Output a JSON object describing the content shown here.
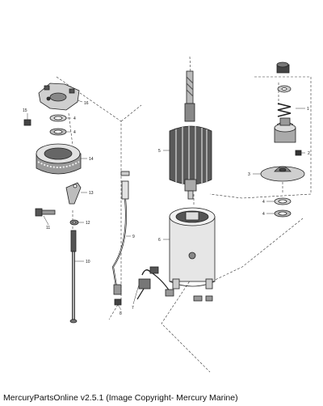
{
  "callouts": {
    "c1": "1",
    "c2": "2",
    "c3": "3",
    "c4a": "4",
    "c4b": "4",
    "c4c": "4",
    "c4d": "4",
    "c5": "5",
    "c6": "6",
    "c7": "7",
    "c8": "8",
    "c9": "9",
    "c10": "10",
    "c11": "11",
    "c12": "12",
    "c13": "13",
    "c14": "14",
    "c15": "15",
    "c16": "16"
  },
  "footer": {
    "caption": "MercuryPartsOnline v2.5.1 (Image Copyright- Mercury Marine)"
  }
}
